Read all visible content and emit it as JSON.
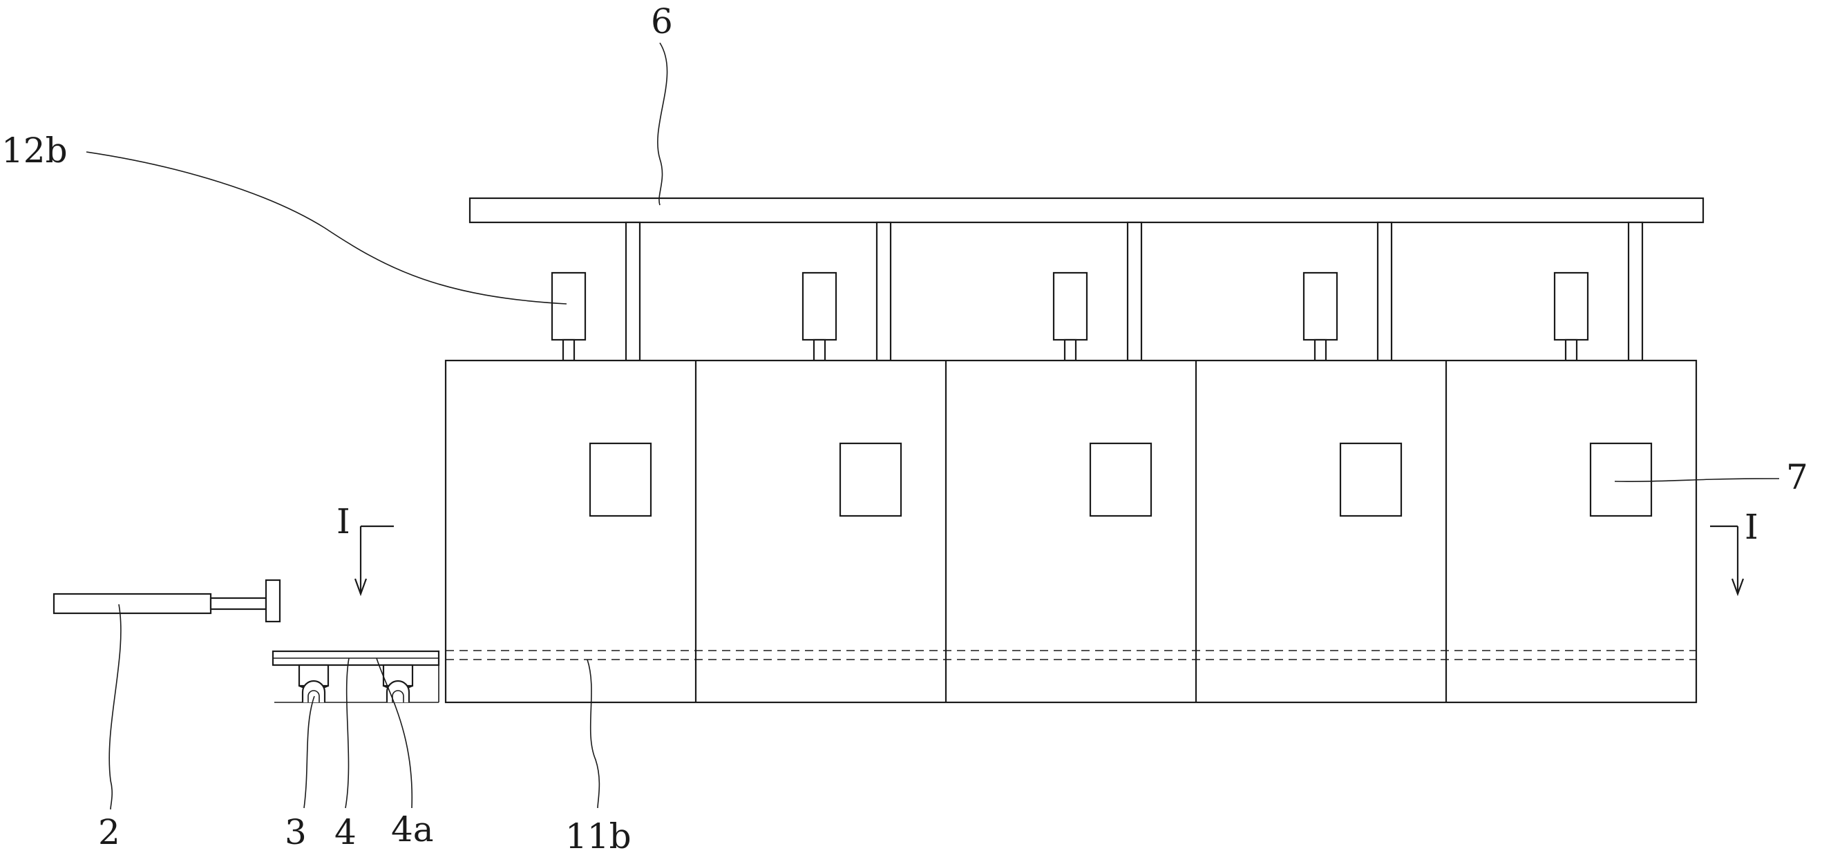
{
  "labels": {
    "frame": "6",
    "motor": "12b",
    "window": "7",
    "cylinder": "2",
    "roller": "3",
    "cart": "4",
    "cart_plate": "4a",
    "track": "11b",
    "section_left": "I",
    "section_right": "I"
  },
  "counts": {
    "chambers": 5
  }
}
